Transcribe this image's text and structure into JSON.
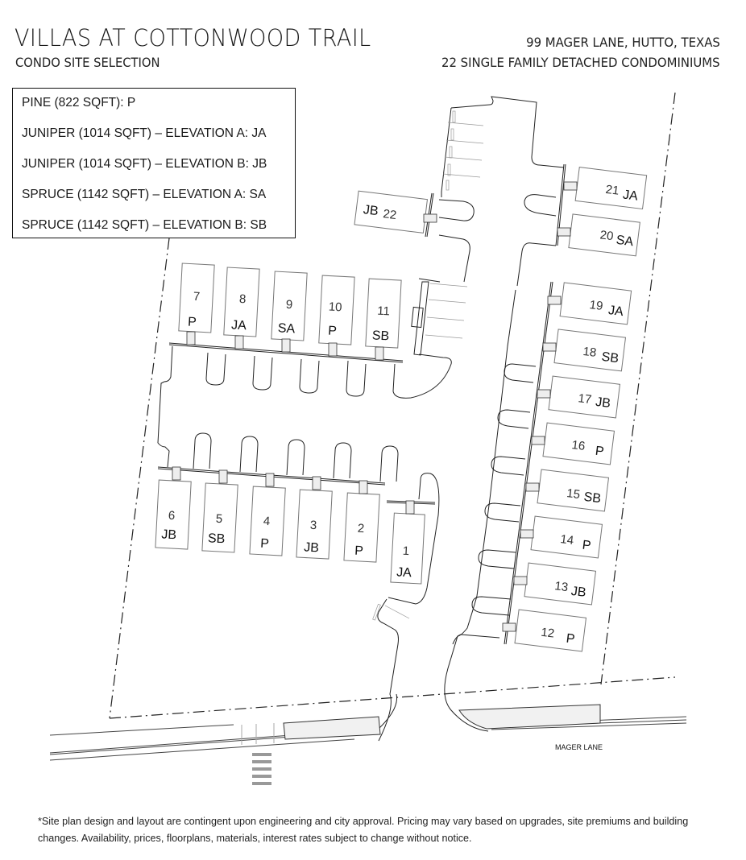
{
  "header": {
    "title": "VILLAS AT COTTONWOOD TRAIL",
    "subtitle": "CONDO SITE SELECTION",
    "address": "99 MAGER LANE, HUTTO, TEXAS",
    "unit_summary": "22 SINGLE FAMILY DETACHED CONDOMINIUMS"
  },
  "legend": {
    "items": [
      {
        "label": "PINE (822 SQFT): P",
        "code": "P"
      },
      {
        "label": "JUNIPER (1014 SQFT) – ELEVATION A: JA",
        "code": "JA"
      },
      {
        "label": "JUNIPER (1014 SQFT) – ELEVATION B: JB",
        "code": "JB"
      },
      {
        "label": "SPRUCE (1142 SQFT) – ELEVATION A: SA",
        "code": "SA"
      },
      {
        "label": "SPRUCE (1142 SQFT) – ELEVATION B: SB",
        "code": "SB"
      }
    ]
  },
  "units": [
    {
      "number": "1",
      "type": "JA"
    },
    {
      "number": "2",
      "type": "P"
    },
    {
      "number": "3",
      "type": "JB"
    },
    {
      "number": "4",
      "type": "P"
    },
    {
      "number": "5",
      "type": "SB"
    },
    {
      "number": "6",
      "type": "JB"
    },
    {
      "number": "7",
      "type": "P"
    },
    {
      "number": "8",
      "type": "JA"
    },
    {
      "number": "9",
      "type": "SA"
    },
    {
      "number": "10",
      "type": "P"
    },
    {
      "number": "11",
      "type": "SB"
    },
    {
      "number": "12",
      "type": "P"
    },
    {
      "number": "13",
      "type": "JB"
    },
    {
      "number": "14",
      "type": "P"
    },
    {
      "number": "15",
      "type": "SB"
    },
    {
      "number": "16",
      "type": "P"
    },
    {
      "number": "17",
      "type": "JB"
    },
    {
      "number": "18",
      "type": "SB"
    },
    {
      "number": "19",
      "type": "JA"
    },
    {
      "number": "20",
      "type": "SA"
    },
    {
      "number": "21",
      "type": "JA"
    },
    {
      "number": "22",
      "type": "JB"
    }
  ],
  "road": {
    "label": "MAGER LANE"
  },
  "footer": {
    "disclaimer": "*Site plan design and layout are contingent upon engineering and city approval. Pricing may vary based on upgrades, site premiums and building changes. Availability, prices, floorplans, materials, interest rates subject to change without notice."
  },
  "colors": {
    "line": "#222222",
    "unit_outline": "#666666",
    "background": "#ffffff"
  }
}
